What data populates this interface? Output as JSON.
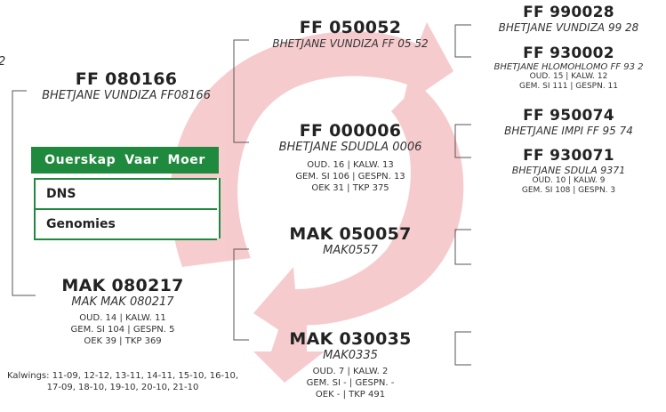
{
  "colors": {
    "accent": "#1f8a3d",
    "arrow": "#f6c6c9"
  },
  "cut_off_text": {
    "line1": "2"
  },
  "animals": {
    "sire": {
      "code": "FF 080166",
      "name": "BHETJANE VUNDIZA FF08166"
    },
    "sire_sire": {
      "code": "FF 050052",
      "name": "BHETJANE VUNDIZA FF 05 52"
    },
    "sire_sire_sire": {
      "code": "FF 990028",
      "name": "BHETJANE VUNDIZA 99 28"
    },
    "sire_sire_dam": {
      "code": "FF 930002",
      "name": "BHETJANE HLOMOHLOMO FF 93 2",
      "stats": [
        "OUD. 15 | KALW. 12",
        "GEM. SI 111 | GESPN. 11"
      ]
    },
    "sire_dam": {
      "code": "FF 000006",
      "name": "BHETJANE SDUDLA 0006",
      "stats": [
        "OUD. 16 | KALW. 13",
        "GEM. SI 106 | GESPN. 13",
        "OEK 31 | TKP 375"
      ]
    },
    "sire_dam_sire": {
      "code": "FF 950074",
      "name": "BHETJANE IMPI FF 95 74"
    },
    "sire_dam_dam": {
      "code": "FF 930071",
      "name": "BHETJANE SDULA 9371",
      "stats": [
        "OUD. 10 | KALW. 9",
        "GEM. SI 108 | GESPN. 3"
      ]
    },
    "dam": {
      "code": "MAK 080217",
      "name": "MAK MAK 080217",
      "stats": [
        "OUD. 14 | KALW. 11",
        "GEM. SI 104 | GESPN. 5",
        "OEK 39 | TKP 369"
      ],
      "calvings": [
        "Kalwings: 11-09, 12-12, 13-11, 14-11, 15-10, 16-10,",
        "17-09, 18-10, 19-10, 20-10, 21-10"
      ]
    },
    "dam_sire": {
      "code": "MAK 050057",
      "name": "MAK0557"
    },
    "dam_dam": {
      "code": "MAK 030035",
      "name": "MAK0335",
      "stats": [
        "OUD. 7 | KALW. 2",
        "GEM. SI - | GESPN. -",
        "OEK - | TKP 491"
      ]
    }
  },
  "panel": {
    "header": [
      "Ouerskap",
      "Vaar",
      "Moer"
    ],
    "items": [
      "DNS",
      "Genomies"
    ]
  }
}
